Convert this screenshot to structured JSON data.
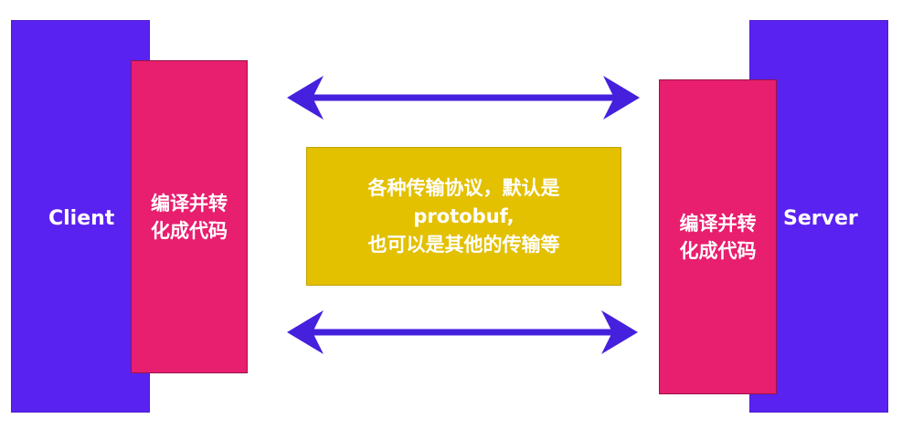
{
  "colors": {
    "purple": "#5a22f0",
    "pink": "#e81e6e",
    "yellow": "#e3c000",
    "arrow": "#4520dd"
  },
  "client": {
    "label": "Client",
    "encoder_line1": "编译并转",
    "encoder_line2": "化成代码"
  },
  "server": {
    "label": "Server",
    "encoder_line1": "编译并转",
    "encoder_line2": "化成代码"
  },
  "protocol": {
    "line1": "各种传输协议，默认是",
    "line2": "protobuf,",
    "line3": "也可以是其他的传输等"
  }
}
